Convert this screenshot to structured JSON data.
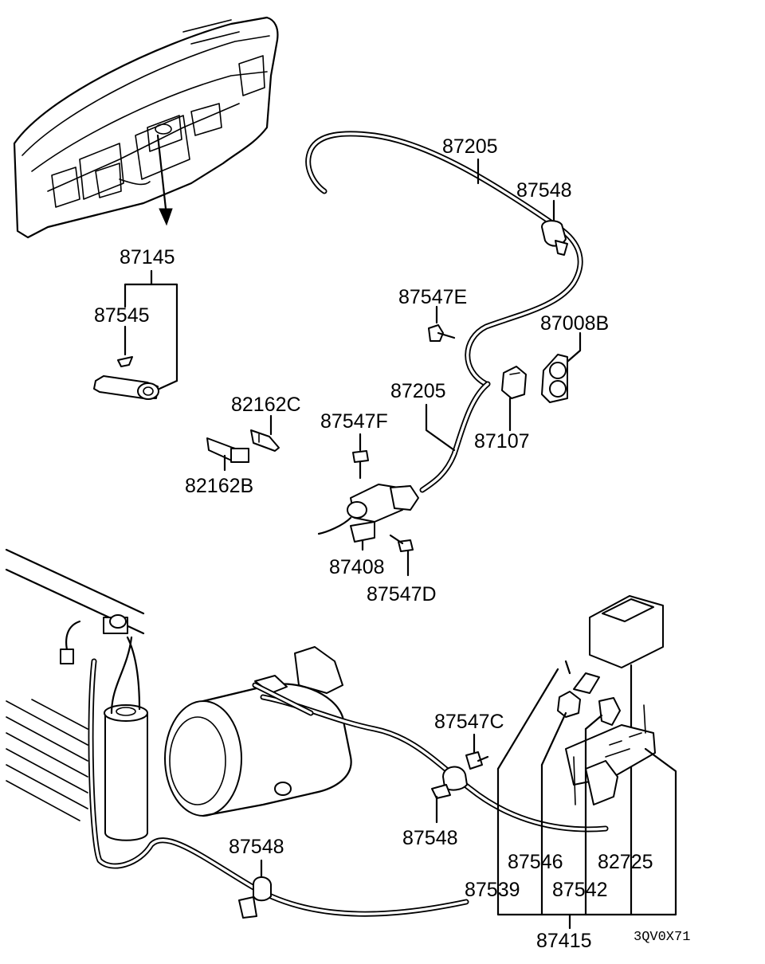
{
  "diagram": {
    "labels": {
      "p87205_top": "87205",
      "p87548_top": "87548",
      "p87145": "87145",
      "p87545": "87545",
      "p87547E": "87547E",
      "p87008B": "87008B",
      "p82162C": "82162C",
      "p87205_mid": "87205",
      "p87547F": "87547F",
      "p87107": "87107",
      "p82162B": "82162B",
      "p87408": "87408",
      "p87547D": "87547D",
      "p87547C": "87547C",
      "p87548_mid": "87548",
      "p87548_bottom": "87548",
      "p87546": "87546",
      "p82725": "82725",
      "p87539": "87539",
      "p87542": "87542",
      "p87415": "87415"
    },
    "reference_code": "3QV0X71",
    "line_color": "#000000",
    "background": "#ffffff"
  }
}
